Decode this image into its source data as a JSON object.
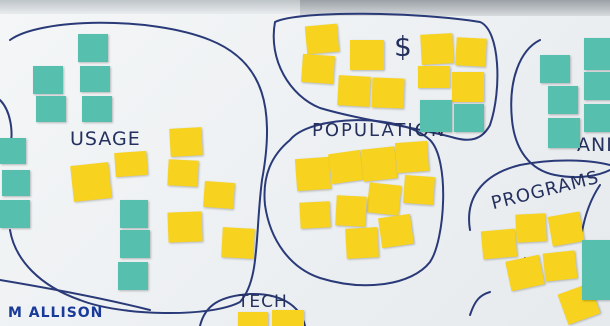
{
  "board": {
    "labels": {
      "usage": "USAGE",
      "population": "POPULATION",
      "programs": "PROGRAMS",
      "tech": "TECH",
      "dollar": "$",
      "allison": "M ALLISON",
      "ann": "ANN"
    }
  },
  "colors": {
    "whiteboard": "#eef1f3",
    "marker": "#24305e",
    "sticky_yellow": "#f7d21e",
    "sticky_teal": "#57bfae"
  }
}
